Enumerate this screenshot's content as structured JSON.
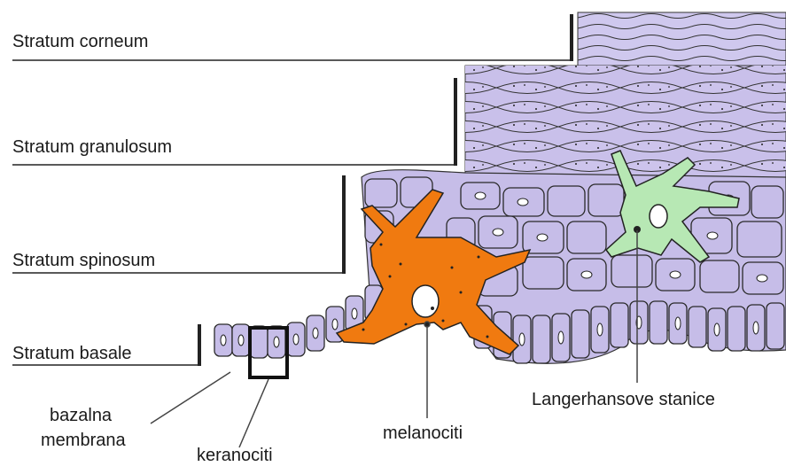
{
  "layers": {
    "corneum": "Stratum corneum",
    "granulosum": "Stratum granulosum",
    "spinosum": "Stratum spinosum",
    "basale": "Stratum basale"
  },
  "cells": {
    "bazalna_line1": "bazalna",
    "bazalna_line2": "membrana",
    "keranociti": "keranociti",
    "melanociti": "melanociti",
    "langerhans": "Langerhansove stanice"
  },
  "colors": {
    "tissue": "#c8c0e8",
    "cell_outline": "#2a2a2a",
    "melanocyte": "#f07a10",
    "langerhans": "#b7e8b4"
  }
}
